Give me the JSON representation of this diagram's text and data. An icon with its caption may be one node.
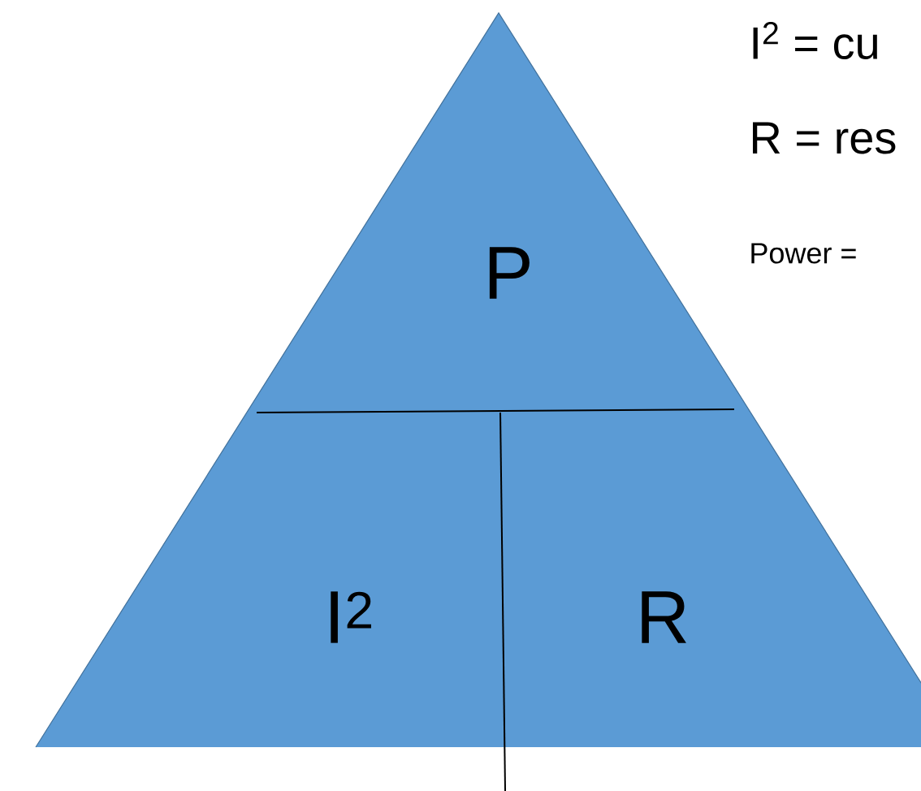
{
  "diagram": {
    "nodes": [
      {
        "text": [
          "P"
        ]
      },
      {
        "text": [
          "I$^{2}$"
        ]
      },
      {
        "text": [
          "R"
        ]
      }
    ],
    "labels": [
      "I$^{2}$ = cu",
      "R = res",
      "Power ="
    ]
  }
}
